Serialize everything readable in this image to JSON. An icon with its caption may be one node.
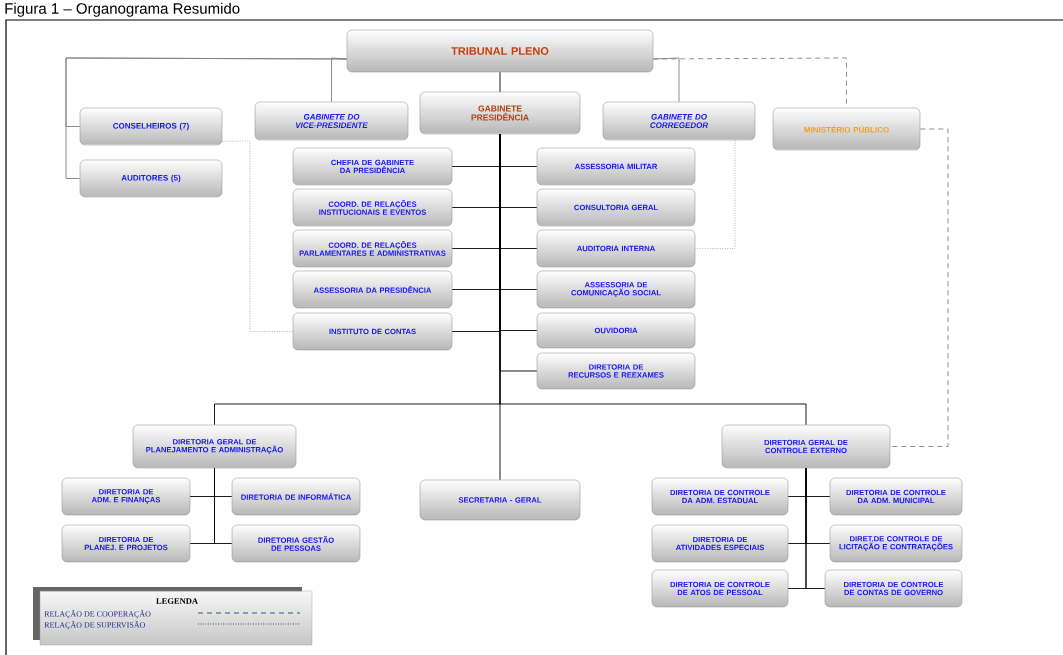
{
  "diagram": {
    "title": "Figura 1 – Organograma Resumido",
    "nodes": [
      {
        "text": [
          "TRIBUNAL PLENO"
        ]
      },
      {
        "text": [
          "CONSELHEIROS (7)"
        ]
      },
      {
        "text": [
          "AUDITORES (5)"
        ]
      },
      {
        "text": [
          "GABINETE DO VICE-PRESIDENTE"
        ]
      },
      {
        "text": [
          "GABINETE PRESIDÊNCIA"
        ]
      },
      {
        "text": [
          "GABINETE DO CORREGEDOR"
        ]
      },
      {
        "text": [
          "MINISTÉRIO PÚBLICO"
        ]
      },
      {
        "text": [
          "CHEFIA DE GABINETE DA PRESIDÊNCIA"
        ]
      },
      {
        "text": [
          "COORD. DE RELAÇÕES INSTITUCIONAIS E EVENTOS"
        ]
      },
      {
        "text": [
          "COORD. DE RELAÇÕES PARLAMENTARES E ADMINISTRATIVAS"
        ]
      },
      {
        "text": [
          "ASSESSORIA DA PRESIDÊNCIA"
        ]
      },
      {
        "text": [
          "INSTITUTO DE CONTAS"
        ]
      },
      {
        "text": [
          "ASSESSORIA MILITAR"
        ]
      },
      {
        "text": [
          "CONSULTORIA GERAL"
        ]
      },
      {
        "text": [
          "AUDITORIA INTERNA"
        ]
      },
      {
        "text": [
          "ASSESSORIA DE COMUNICAÇÃO SOCIAL"
        ]
      },
      {
        "text": [
          "OUVIDORIA"
        ]
      },
      {
        "text": [
          "DIRETORIA DE RECURSOS E REEXAMES"
        ]
      },
      {
        "text": [
          "DIRETORIA GERAL DE PLANEJAMENTO E ADMINISTRAÇÃO"
        ]
      },
      {
        "text": [
          "SECRETARIA - GERAL"
        ]
      },
      {
        "text": [
          "DIRETORIA GERAL DE CONTROLE EXTERNO"
        ]
      },
      {
        "text": [
          "DIRETORIA DE ADM. E FINANÇAS"
        ]
      },
      {
        "text": [
          "DIRETORIA DE INFORMÁTICA"
        ]
      },
      {
        "text": [
          "DIRETORIA DE PLANEJ. E PROJETOS"
        ]
      },
      {
        "text": [
          "DIRETORIA GESTÃO DE PESSOAS"
        ]
      },
      {
        "text": [
          "DIRETORIA DE CONTROLE DA ADM. ESTADUAL"
        ]
      },
      {
        "text": [
          "DIRETORIA DE CONTROLE DA ADM. MUNICIPAL"
        ]
      },
      {
        "text": [
          "DIRETORIA DE ATIVIDADES ESPECIAIS"
        ]
      },
      {
        "text": [
          "DIRET.DE CONTROLE DE LICITAÇÃO E CONTRATAÇÕES"
        ]
      },
      {
        "text": [
          "DIRETORIA DE CONTROLE DE ATOS DE PESSOAL"
        ]
      },
      {
        "text": [
          "DIRETORIA DE CONTROLE DE CONTAS DE GOVERNO"
        ]
      }
    ],
    "edges": [
      {
        "from": 0,
        "to": 1,
        "arrow": "none",
        "color": "#808080"
      },
      {
        "from": 0,
        "to": 2,
        "arrow": "none",
        "color": "#808080"
      },
      {
        "from": 0,
        "to": 3,
        "arrow": "none",
        "color": "#808080"
      },
      {
        "from": 0,
        "to": 4,
        "arrow": "none"
      },
      {
        "from": 0,
        "to": 5,
        "arrow": "none",
        "color": "#808080"
      },
      {
        "from": 0,
        "to": 6,
        "arrow": "none",
        "style": "dashed",
        "color": "#808080"
      },
      {
        "from": 4,
        "to": 7,
        "arrow": "none"
      },
      {
        "from": 4,
        "to": 8,
        "arrow": "none"
      },
      {
        "from": 4,
        "to": 9,
        "arrow": "none"
      },
      {
        "from": 4,
        "to": 10,
        "arrow": "none"
      },
      {
        "from": 4,
        "to": 11,
        "arrow": "none"
      },
      {
        "from": 4,
        "to": 12,
        "arrow": "none"
      },
      {
        "from": 4,
        "to": 13,
        "arrow": "none"
      },
      {
        "from": 4,
        "to": 14,
        "arrow": "none"
      },
      {
        "from": 4,
        "to": 15,
        "arrow": "none"
      },
      {
        "from": 4,
        "to": 16,
        "arrow": "none"
      },
      {
        "from": 4,
        "to": 17,
        "arrow": "none"
      },
      {
        "from": 4,
        "to": 19,
        "arrow": "none"
      },
      {
        "from": 4,
        "to": 18,
        "arrow": "none"
      },
      {
        "from": 4,
        "to": 20,
        "arrow": "none"
      },
      {
        "from": 1,
        "to": 11,
        "arrow": "none",
        "style": "dashed",
        "color": "#a9a9a9"
      },
      {
        "from": 5,
        "to": 14,
        "arrow": "none",
        "style": "dashed",
        "color": "#a9a9a9"
      },
      {
        "from": 6,
        "to": 20,
        "arrow": "none",
        "style": "dashed",
        "color": "#808080"
      },
      {
        "from": 18,
        "to": 21,
        "arrow": "none"
      },
      {
        "from": 18,
        "to": 22,
        "arrow": "none"
      },
      {
        "from": 18,
        "to": 23,
        "arrow": "none"
      },
      {
        "from": 18,
        "to": 24,
        "arrow": "none"
      },
      {
        "from": 20,
        "to": 25,
        "arrow": "none"
      },
      {
        "from": 20,
        "to": 26,
        "arrow": "none"
      },
      {
        "from": 20,
        "to": 27,
        "arrow": "none"
      },
      {
        "from": 20,
        "to": 28,
        "arrow": "none"
      },
      {
        "from": 20,
        "to": 29,
        "arrow": "none"
      },
      {
        "from": 20,
        "to": 30,
        "arrow": "none"
      }
    ],
    "labels": [
      "LEGENDA"
    ],
    "legend": [
      {
        "text": "RELAÇÃO DE COOPERAÇÃO"
      },
      {
        "text": "RELAÇÃO DE SUPERVISÃO"
      }
    ]
  }
}
